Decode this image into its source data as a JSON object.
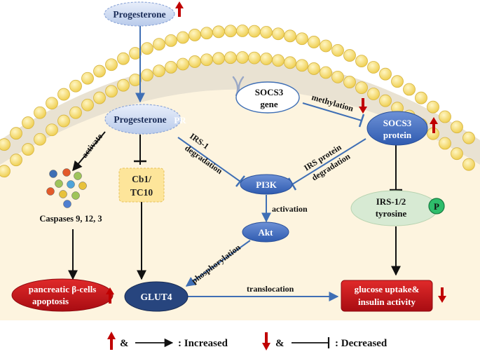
{
  "nodes": {
    "progesterone_top": "Progesterone",
    "progesterone_pr": "Progesterone",
    "pr": "PR",
    "cb1_line1": "Cb1/",
    "cb1_line2": "TC10",
    "socs3_gene_line1": "SOCS3",
    "socs3_gene_line2": "gene",
    "socs3_protein_line1": "SOCS3",
    "socs3_protein_line2": "protein",
    "pi3k": "PI3K",
    "akt": "Akt",
    "irs_line1": "IRS-1/2",
    "irs_line2": "tyrosine",
    "p_badge": "P",
    "glut4": "GLUT4",
    "caspases": "Caspases 9, 12, 3",
    "apoptosis_line1": "pancreatic β-cells",
    "apoptosis_line2": "apoptosis",
    "glucose_line1": "glucose uptake&",
    "glucose_line2": "insulin activity"
  },
  "edge_labels": {
    "activate": "activate",
    "irs1_line1": "IRS-1",
    "irs1_line2": "degradation",
    "methylation": "methylation",
    "irs_protein_line1": "IRS protein",
    "irs_protein_line2": "degradation",
    "activation": "activation",
    "phosphorylation": "phosphorylation",
    "translocation": "translocation"
  },
  "legend": {
    "amp1": "&",
    "increased": ": Increased",
    "amp2": "&",
    "decreased": ": Decreased"
  },
  "colors": {
    "up_arrow": "#c00000",
    "down_arrow": "#c00000",
    "edge_blue": "#3f6fb5",
    "node_blue": "#3d68b8",
    "node_dark": "#27457e",
    "red_node": "#c8101a",
    "green_node": "#d8ecd4",
    "cytoplasm": "#fdf4df",
    "lipid_head": "#f7df7a",
    "p_green": "#2ebd6b"
  }
}
